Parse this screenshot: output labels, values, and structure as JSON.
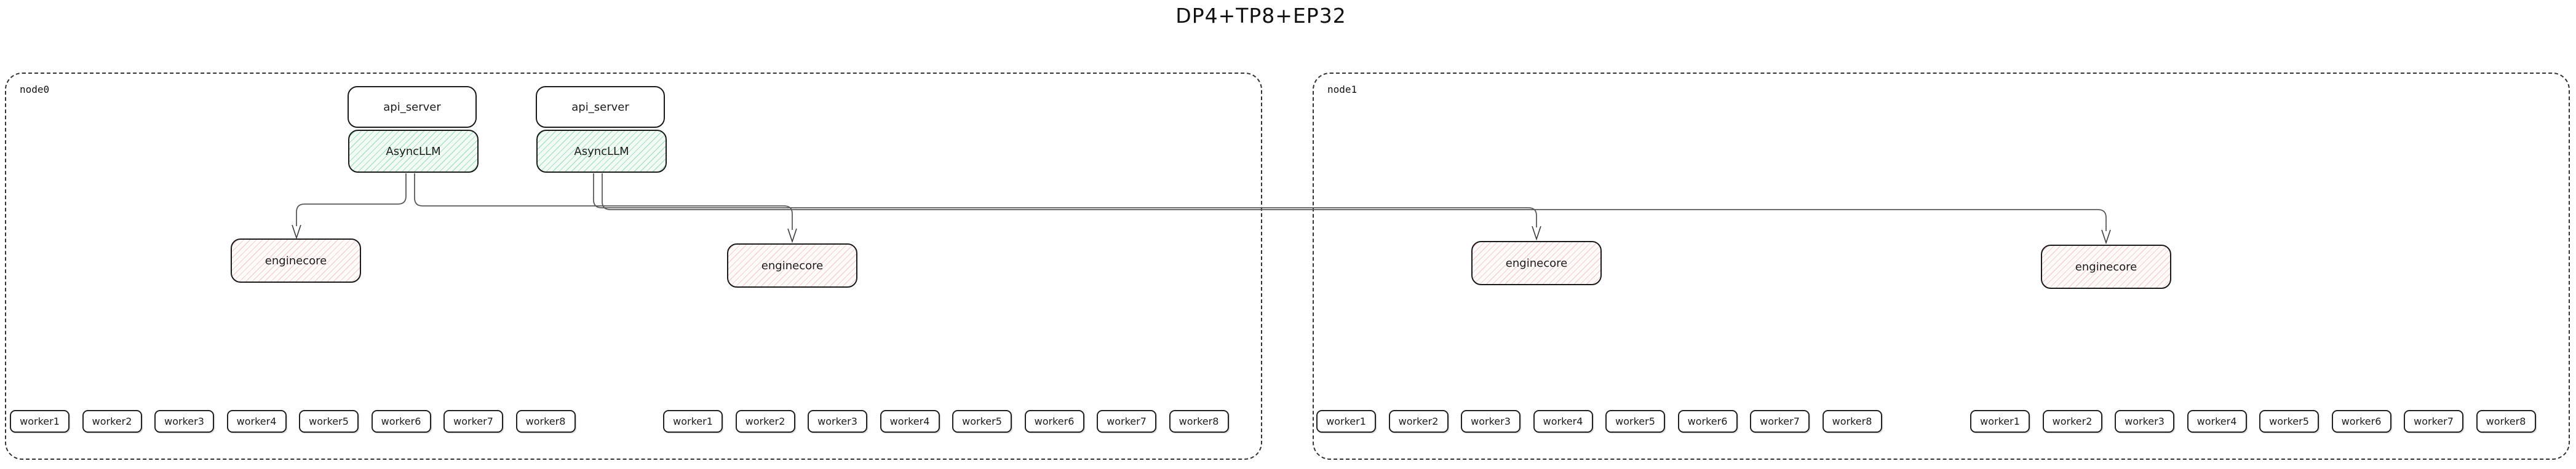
{
  "title": "DP4+TP8+EP32",
  "colors": {
    "async_llm_fill": "#f2fbf5",
    "async_llm_hatch": "#6fcf97",
    "enginecore_fill": "#fffbfb",
    "enginecore_hatch": "#eb9696",
    "box_border": "#1a1a1a",
    "node_border": "#333333",
    "connector": "#5a5a5a"
  },
  "nodes": [
    {
      "label": "node0",
      "servers": [
        {
          "api_label": "api_server",
          "async_label": "AsyncLLM"
        },
        {
          "api_label": "api_server",
          "async_label": "AsyncLLM"
        }
      ],
      "enginecores": [
        {
          "label": "enginecore"
        },
        {
          "label": "enginecore"
        }
      ],
      "worker_groups": [
        {
          "workers": [
            "worker1",
            "worker2",
            "worker3",
            "worker4",
            "worker5",
            "worker6",
            "worker7",
            "worker8"
          ]
        },
        {
          "workers": [
            "worker1",
            "worker2",
            "worker3",
            "worker4",
            "worker5",
            "worker6",
            "worker7",
            "worker8"
          ]
        }
      ]
    },
    {
      "label": "node1",
      "servers": [],
      "enginecores": [
        {
          "label": "enginecore"
        },
        {
          "label": "enginecore"
        }
      ],
      "worker_groups": [
        {
          "workers": [
            "worker1",
            "worker2",
            "worker3",
            "worker4",
            "worker5",
            "worker6",
            "worker7",
            "worker8"
          ]
        },
        {
          "workers": [
            "worker1",
            "worker2",
            "worker3",
            "worker4",
            "worker5",
            "worker6",
            "worker7",
            "worker8"
          ]
        }
      ]
    }
  ]
}
